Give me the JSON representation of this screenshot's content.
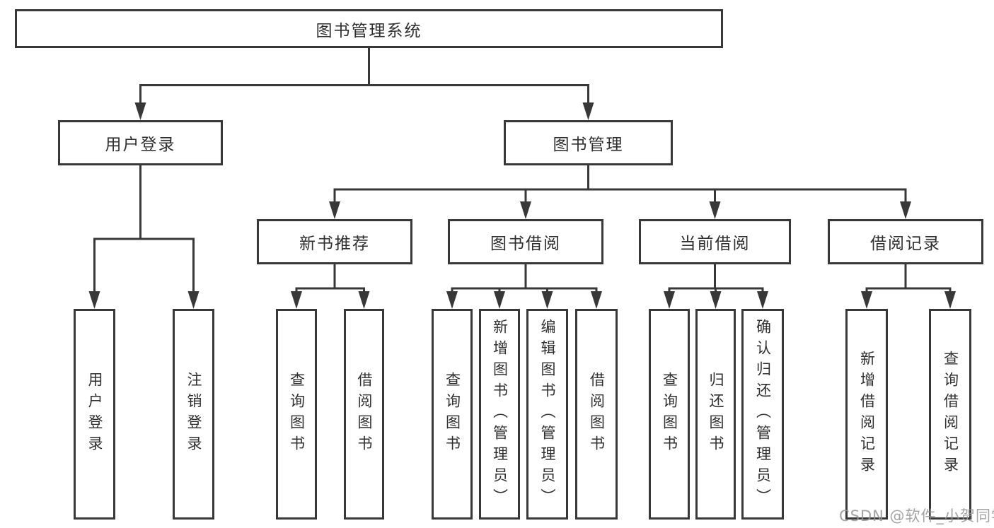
{
  "diagram": {
    "root": {
      "label": "图书管理系统",
      "children": [
        {
          "label": "用户登录",
          "children": [
            {
              "label": "用户登录"
            },
            {
              "label": "注销登录"
            }
          ]
        },
        {
          "label": "图书管理",
          "children": [
            {
              "label": "新书推荐",
              "children": [
                {
                  "label": "查询图书"
                },
                {
                  "label": "借阅图书"
                }
              ]
            },
            {
              "label": "图书借阅",
              "children": [
                {
                  "label": "查询图书"
                },
                {
                  "label": "新增图书（管理员）"
                },
                {
                  "label": "编辑图书（管理员）"
                },
                {
                  "label": "借阅图书"
                }
              ]
            },
            {
              "label": "当前借阅",
              "children": [
                {
                  "label": "查询图书"
                },
                {
                  "label": "归还图书"
                },
                {
                  "label": "确认归还（管理员）"
                }
              ]
            },
            {
              "label": "借阅记录",
              "children": [
                {
                  "label": "新增借阅记录"
                },
                {
                  "label": "查询借阅记录"
                }
              ]
            }
          ]
        }
      ]
    }
  },
  "watermark": {
    "text": "CSDN @软件_小贺同学"
  },
  "colors": {
    "line": "#383838",
    "box_border": "#383838",
    "text": "#2f2f2f",
    "background": "#ffffff",
    "watermark": "#949494"
  }
}
